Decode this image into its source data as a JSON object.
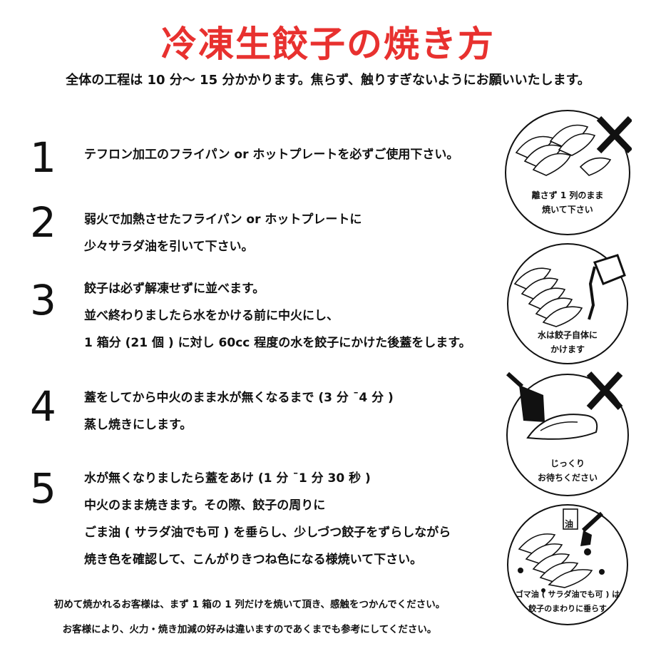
{
  "title": "冷凍生餃子の焼き方",
  "subtitle": "全体の工程は 10 分～ 15 分かかります。焦らず、触りすぎないようにお願いいたします。",
  "steps": [
    {
      "number": "1",
      "lines": [
        "テフロン加工のフライパン or ホットプレートを必ずご使用下さい。"
      ]
    },
    {
      "number": "2",
      "lines": [
        "弱火で加熱させたフライパン or ホットプレートに",
        "少々サラダ油を引いて下さい。"
      ]
    },
    {
      "number": "3",
      "lines": [
        "餃子は必ず解凍せずに並べます。",
        "並べ終わりましたら水をかける前に中火にし、",
        "1 箱分 (21 個 ) に対し 60cc 程度の水を餃子にかけた後蓋をします。"
      ]
    },
    {
      "number": "4",
      "lines": [
        "蓋をしてから中火のまま水が無くなるまで (3 分 ¯4 分 )",
        "蒸し焼きにします。"
      ]
    },
    {
      "number": "5",
      "lines": [
        "水が無くなりましたら蓋をあけ (1 分 ¯1 分 30 秒 )",
        "中火のまま焼きます。その際、餃子の周りに",
        "ごま油 ( サラダ油でも可 ) を垂らし、少しづつ餃子をずらしながら",
        "焼き色を確認して、こんがりきつね色になる様焼いて下さい。"
      ]
    }
  ],
  "notes": [
    "初めて焼かれるお客様は、まず 1 箱の 1 列だけを焼いて頂き、感触をつかんでください。",
    "お客様により、火力・焼き加減の好みは違いますのであくまでも参考にしてください。"
  ],
  "illustrations": [
    {
      "icon": "gyoza-rows-cross-icon",
      "caption": [
        "離さず 1 列のまま",
        "焼いて下さい"
      ]
    },
    {
      "icon": "gyoza-water-pour-icon",
      "caption": [
        "水は餃子自体に",
        "かけます"
      ]
    },
    {
      "icon": "gyoza-spatula-cross-icon",
      "caption": [
        "じっくり",
        "お待ちください"
      ]
    },
    {
      "icon": "gyoza-oil-drip-icon",
      "caption": [
        "ゴマ油 ( サラダ油でも可 ) は",
        "餃子のまわりに垂らす"
      ],
      "label": "油"
    }
  ],
  "colors": {
    "title": "#e8312f",
    "text": "#111111",
    "background": "#ffffff"
  }
}
